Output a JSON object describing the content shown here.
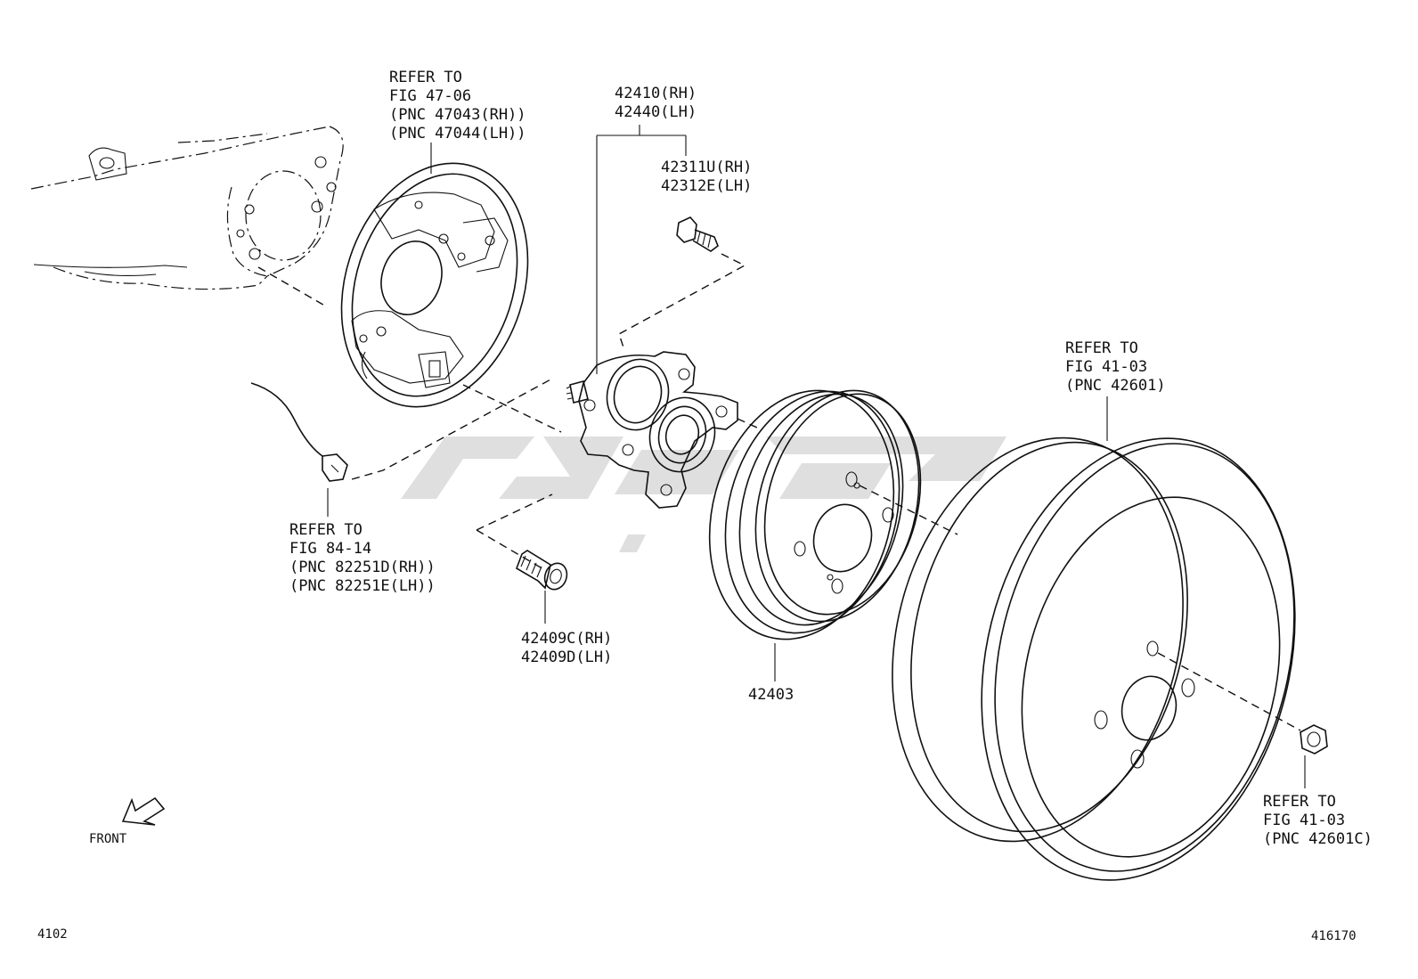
{
  "labels": {
    "refer_backing_plate": [
      "REFER TO",
      "FIG 47-06",
      "(PNC 47043(RH))",
      "(PNC 47044(LH))"
    ],
    "hub_assembly": [
      "42410(RH)",
      "42440(LH)"
    ],
    "hub_bolt": [
      "42311U(RH)",
      "42312E(LH)"
    ],
    "refer_wheel": [
      "REFER TO",
      "FIG 41-03",
      "(PNC 42601)"
    ],
    "refer_sensor": [
      "REFER TO",
      "FIG 84-14",
      "(PNC 82251D(RH))",
      "(PNC 82251E(LH))"
    ],
    "mount_bolt": [
      "42409C(RH)",
      "42409D(LH)"
    ],
    "brake_drum": "42403",
    "refer_nut": [
      "REFER TO",
      "FIG 41-03",
      "(PNC 42601C)"
    ],
    "front_indicator": "FRONT",
    "figure_number": "4102",
    "illustration_number": "416170"
  }
}
